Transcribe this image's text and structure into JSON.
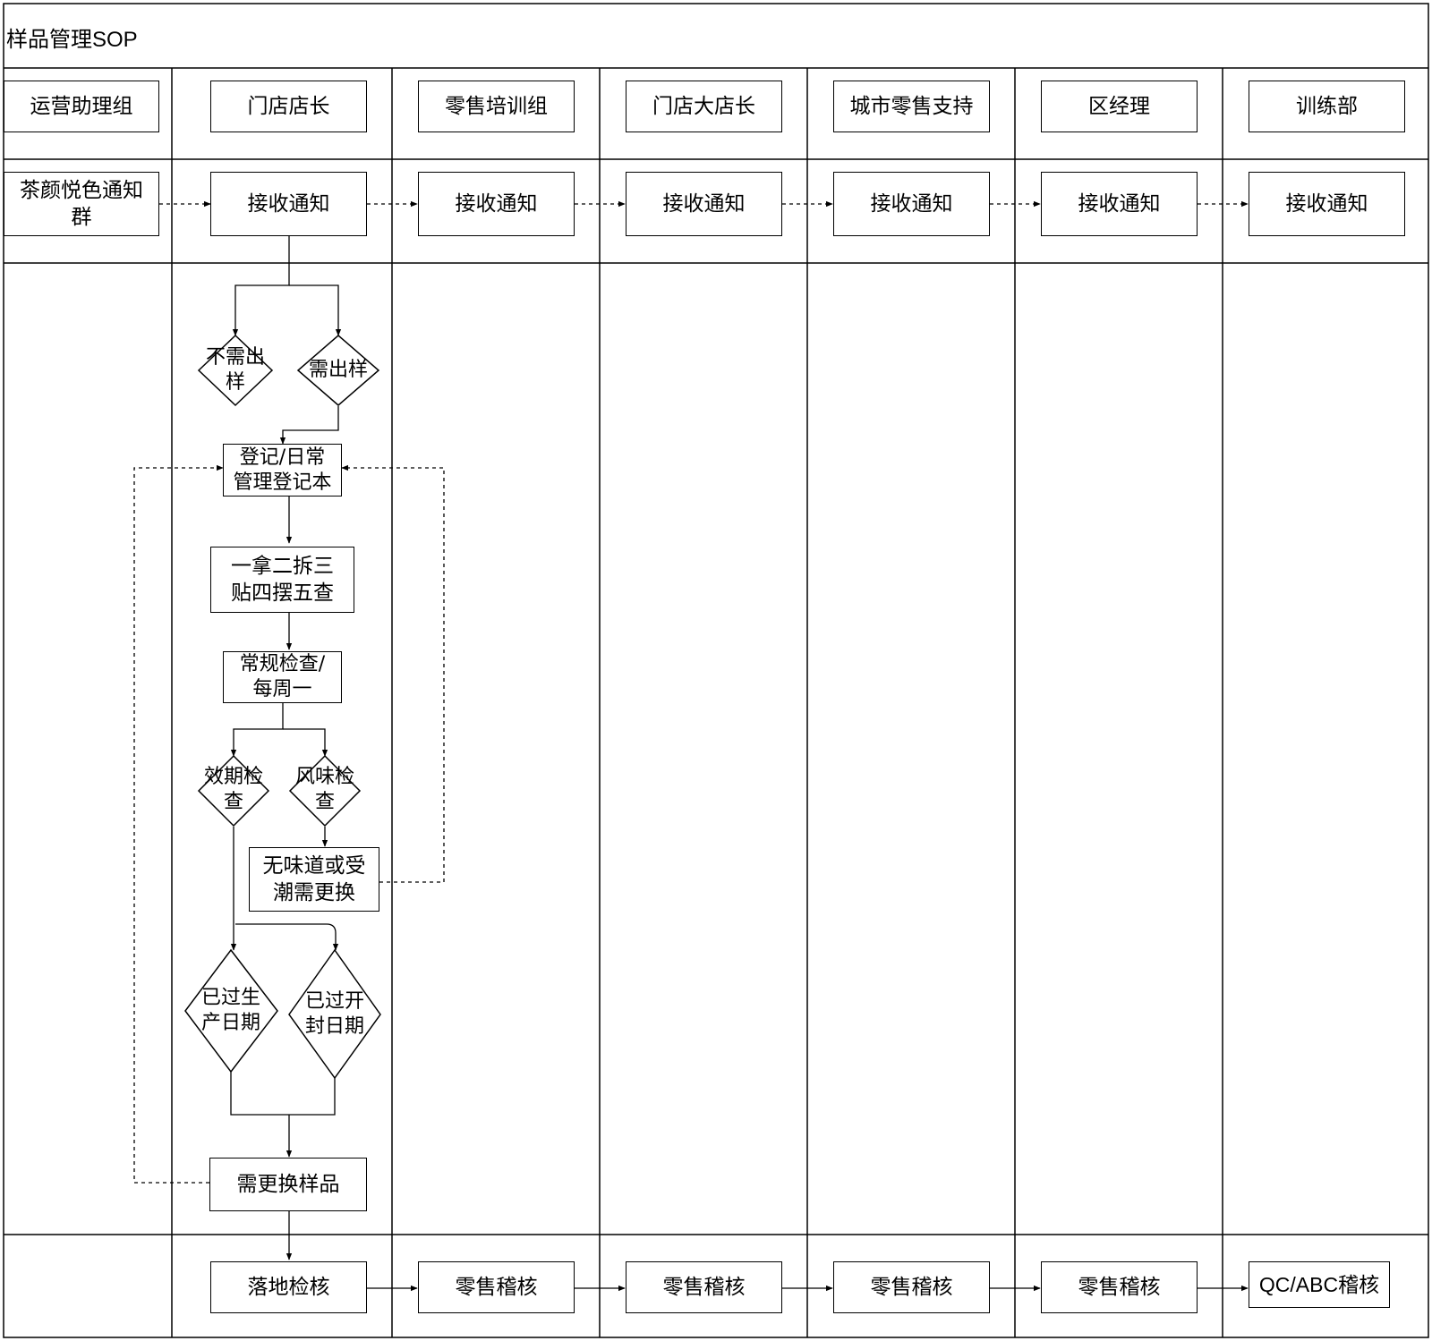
{
  "title": "样品管理SOP",
  "lanes": [
    "运营助理组",
    "门店店长",
    "零售培训组",
    "门店大店长",
    "城市零售支持",
    "区经理",
    "训练部"
  ],
  "notify": {
    "source": "茶颜悦色通知\n群",
    "receive": [
      "接收通知",
      "接收通知",
      "接收通知",
      "接收通知",
      "接收通知",
      "接收通知"
    ]
  },
  "flow": {
    "no_sample": "不需出\n样",
    "need_sample": "需出样",
    "register": "登记/日常\n管理登记本",
    "five_steps": "一拿二拆三\n贴四摆五查",
    "routine_check": "常规检查/\n每周一",
    "expiry_check": "效期检\n查",
    "flavor_check": "风味检\n查",
    "no_flavor": "无味道或受\n潮需更换",
    "past_production": "已过生\n产日期",
    "past_opening": "已过开\n封日期",
    "replace_sample": "需更换样品"
  },
  "audit": [
    "落地检核",
    "零售稽核",
    "零售稽核",
    "零售稽核",
    "零售稽核",
    "QC/ABC稽核"
  ]
}
